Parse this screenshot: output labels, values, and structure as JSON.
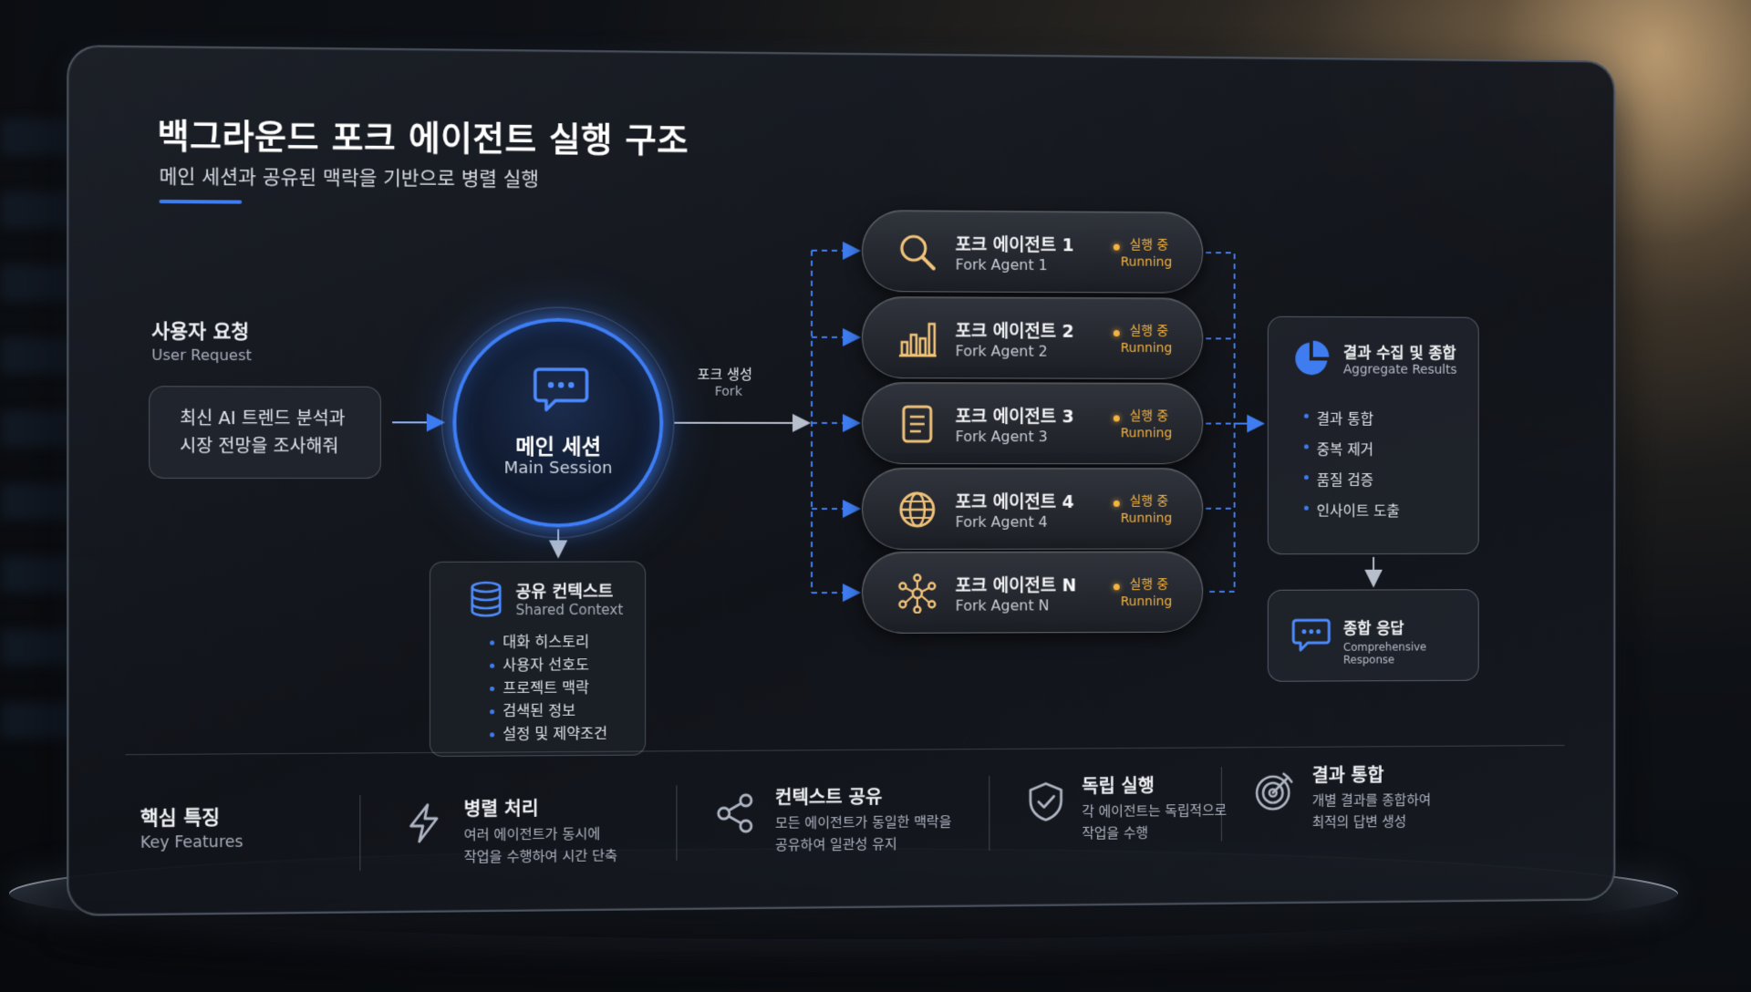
{
  "title": "백그라운드 포크 에이전트 실행 구조",
  "subtitle": "메인 세션과 공유된 맥락을 기반으로 병렬 실행",
  "user_request": {
    "label_ko": "사용자 요청",
    "label_en": "User Request",
    "lines": [
      "최신 AI 트렌드 분석과",
      "시장 전망을 조사해줘"
    ]
  },
  "main_session": {
    "label_ko": "메인 세션",
    "label_en": "Main Session"
  },
  "shared_context": {
    "label_ko": "공유 컨텍스트",
    "label_en": "Shared Context",
    "items": [
      "대화 히스토리",
      "사용자 선호도",
      "프로젝트 맥락",
      "검색된 정보",
      "설정 및 제약조건"
    ]
  },
  "fork": {
    "label_ko": "포크 생성",
    "label_en": "Fork"
  },
  "agents": [
    {
      "name_ko": "포크 에이전트 1",
      "name_en": "Fork Agent 1",
      "status_ko": "실행 중",
      "status_en": "Running",
      "icon": "search-icon"
    },
    {
      "name_ko": "포크 에이전트 2",
      "name_en": "Fork Agent 2",
      "status_ko": "실행 중",
      "status_en": "Running",
      "icon": "bar-chart-icon"
    },
    {
      "name_ko": "포크 에이전트 3",
      "name_en": "Fork Agent 3",
      "status_ko": "실행 중",
      "status_en": "Running",
      "icon": "document-icon"
    },
    {
      "name_ko": "포크 에이전트 4",
      "name_en": "Fork Agent 4",
      "status_ko": "실행 중",
      "status_en": "Running",
      "icon": "globe-icon"
    },
    {
      "name_ko": "포크 에이전트 N",
      "name_en": "Fork Agent N",
      "status_ko": "실행 중",
      "status_en": "Running",
      "icon": "network-icon"
    }
  ],
  "aggregate": {
    "label_ko": "결과 수집 및 종합",
    "label_en": "Aggregate Results",
    "items": [
      "결과 통합",
      "중복 제거",
      "품질 검증",
      "인사이트 도출"
    ]
  },
  "response": {
    "label_ko": "종합 응답",
    "label_en": "Comprehensive Response"
  },
  "features": {
    "heading_ko": "핵심 특징",
    "heading_en": "Key Features",
    "items": [
      {
        "title": "병렬 처리",
        "desc": [
          "여러 에이전트가 동시에",
          "작업을 수행하여 시간 단축"
        ],
        "icon": "lightning-icon"
      },
      {
        "title": "컨텍스트 공유",
        "desc": [
          "모든 에이전트가 동일한 맥락을",
          "공유하여 일관성 유지"
        ],
        "icon": "share-icon"
      },
      {
        "title": "독립 실행",
        "desc": [
          "각 에이전트는 독립적으로",
          "작업을 수행"
        ],
        "icon": "shield-check-icon"
      },
      {
        "title": "결과 통합",
        "desc": [
          "개별 결과를 종합하여",
          "최적의 답변 생성"
        ],
        "icon": "target-icon"
      }
    ]
  },
  "colors": {
    "accent": "#3f7cf0",
    "status": "#f5b341",
    "agent_icon": "#f0c27a"
  }
}
